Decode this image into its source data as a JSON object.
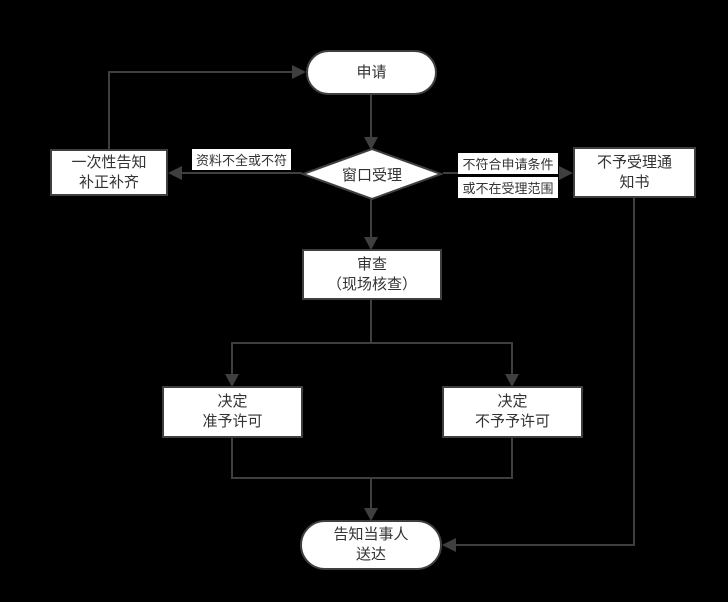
{
  "colors": {
    "background": "#000000",
    "node_fill": "#ffffff",
    "border": "#3f3f3f",
    "line": "#3f3f3f",
    "text": "#333333"
  },
  "nodes": {
    "apply": {
      "label": "申请"
    },
    "notify_correct": {
      "line1": "一次性告知",
      "line2": "补正补齐"
    },
    "window_accept": {
      "label": "窗口受理"
    },
    "reject_notice": {
      "line1": "不予受理通",
      "line2": "知书"
    },
    "review": {
      "line1": "审查",
      "line2": "（现场核查）"
    },
    "decision_grant": {
      "line1": "决定",
      "line2": "准予许可"
    },
    "decision_deny": {
      "line1": "决定",
      "line2": "不予予许可"
    },
    "inform_deliver": {
      "line1": "告知当事人",
      "line2": "送达"
    }
  },
  "edge_labels": {
    "materials_incomplete": "资料不全或不符",
    "not_eligible_line1": "不符合申请条件",
    "not_eligible_line2": "或不在受理范围"
  }
}
